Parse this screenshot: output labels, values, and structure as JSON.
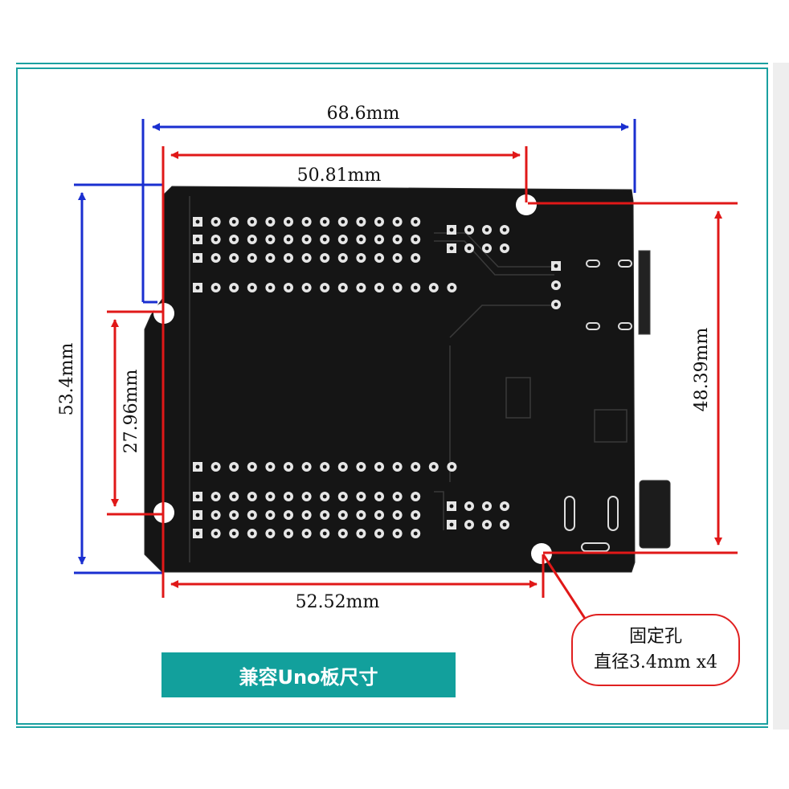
{
  "dimensions": {
    "total_width": "68.6mm",
    "header_span": "50.81mm",
    "total_height": "53.4mm",
    "left_hole_spacing": "27.96mm",
    "right_hole_spacing": "48.39mm",
    "bottom_hole_spacing": "52.52mm"
  },
  "caption": "兼容Uno板尺寸",
  "callout": {
    "line1": "固定孔",
    "line2": "直径3.4mm x4"
  },
  "colors": {
    "blue_dimension": "#1a2fd0",
    "red_dimension": "#e01818",
    "board": "#141414",
    "teal": "#12a09c"
  }
}
